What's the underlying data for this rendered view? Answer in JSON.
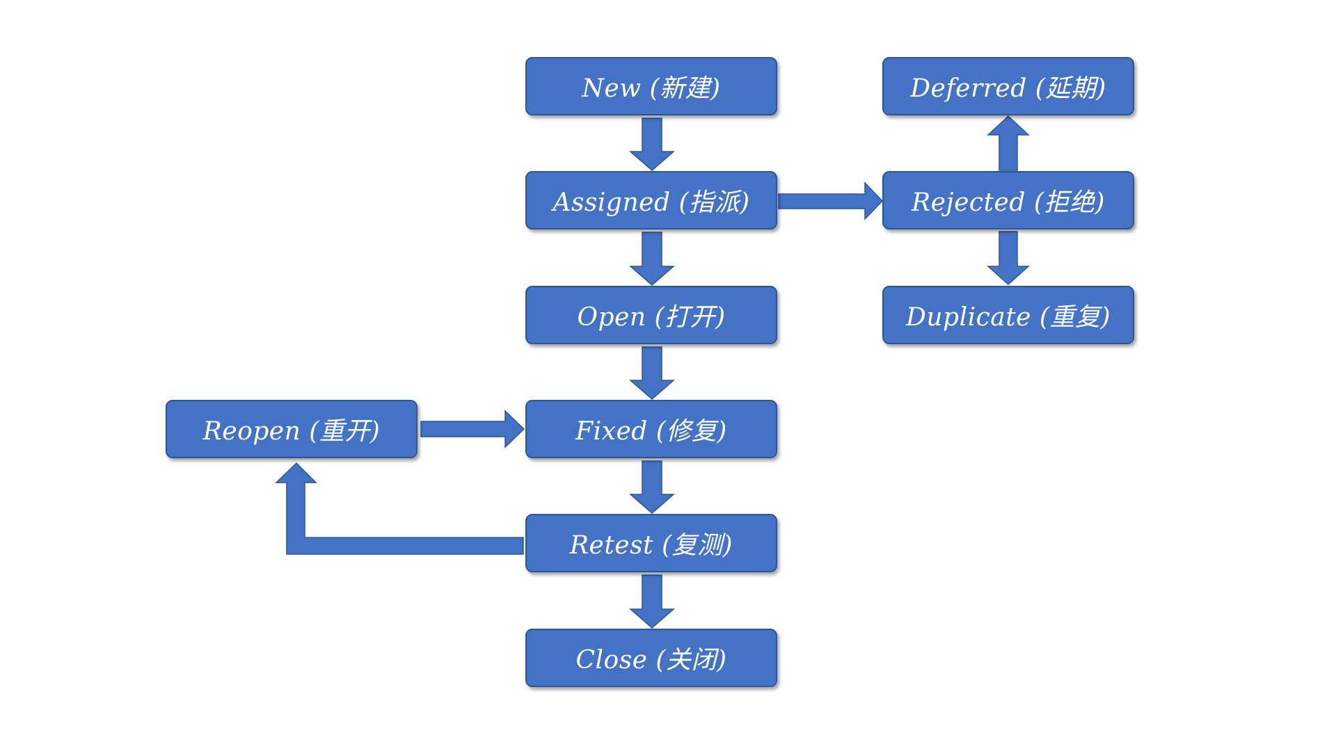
{
  "diagram": {
    "nodes": {
      "new": "New (新建)",
      "assigned": "Assigned (指派)",
      "open": "Open (打开)",
      "fixed": "Fixed (修复)",
      "retest": "Retest (复测)",
      "close": "Close (关闭)",
      "deferred": "Deferred (延期)",
      "rejected": "Rejected (拒绝)",
      "duplicate": "Duplicate (重复)",
      "reopen": "Reopen (重开)"
    },
    "edges": [
      {
        "from": "new",
        "to": "assigned"
      },
      {
        "from": "assigned",
        "to": "open"
      },
      {
        "from": "assigned",
        "to": "rejected"
      },
      {
        "from": "rejected",
        "to": "deferred"
      },
      {
        "from": "rejected",
        "to": "duplicate"
      },
      {
        "from": "open",
        "to": "fixed"
      },
      {
        "from": "fixed",
        "to": "retest"
      },
      {
        "from": "retest",
        "to": "close"
      },
      {
        "from": "retest",
        "to": "reopen"
      },
      {
        "from": "reopen",
        "to": "fixed"
      }
    ],
    "colors": {
      "node_fill": "#4472c4",
      "node_border": "#2f5597",
      "arrow_fill": "#4472c4",
      "text": "#ffffff"
    }
  }
}
